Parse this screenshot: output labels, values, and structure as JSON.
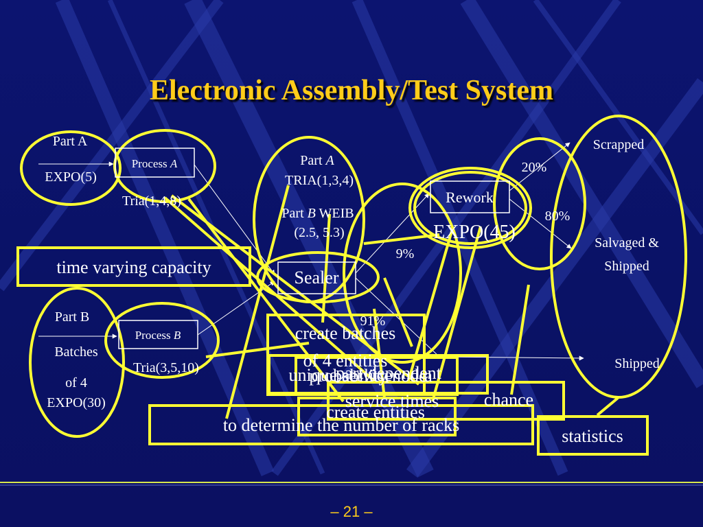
{
  "slide": {
    "title": "Electronic Assembly/Test System",
    "page_number": "– 21 –"
  },
  "colors": {
    "background": "#0a1166",
    "title": "#ffcc1a",
    "outline": "#ffff33",
    "text": "#ffffff",
    "footer_line": "#d6e64d"
  },
  "diagram": {
    "arrivals_a": {
      "part": "Part A",
      "dist": "EXPO(5)"
    },
    "arrivals_b": {
      "part": "Part B",
      "batches": "Batches",
      "of": "of 4",
      "dist": "EXPO(30)"
    },
    "process_a": {
      "label": "Process ",
      "label_italic": "A",
      "time": "Tria(1,4,8)"
    },
    "process_b": {
      "label": "Process ",
      "label_italic": "B",
      "time": "Tria(3,5,10)"
    },
    "sealer_times": {
      "part_a": "Part ",
      "part_a_italic": "A",
      "part_a_dist": "TRIA(1,3,4)",
      "part_b": "Part ",
      "part_b_italic": "B",
      "part_b_dist": " WEIB",
      "part_b_params": "(2.5, 5.3)"
    },
    "sealer": "Sealer",
    "rework": {
      "label": "Rework",
      "time": "EXPO(45)"
    },
    "probabilities": {
      "p9": "9%",
      "p91": "91%",
      "p20": "20%",
      "p80": "80%"
    },
    "outcomes": {
      "scrapped": "Scrapped",
      "salvaged_1": "Salvaged &",
      "salvaged_2": "Shipped",
      "shipped": "Shipped"
    }
  },
  "callouts": {
    "time_varying": "time varying capacity",
    "create_batches_1": "create batches",
    "create_batches_2": "of 4 entities",
    "unique_a": "unique service",
    "unique_b": "part dependent",
    "overlap_a": "probability node",
    "overlap_b": "a",
    "service_times": "service times",
    "chance": "chance",
    "create_entities": "create entities",
    "racks": "to determine the number of racks",
    "statistics": "statistics"
  }
}
